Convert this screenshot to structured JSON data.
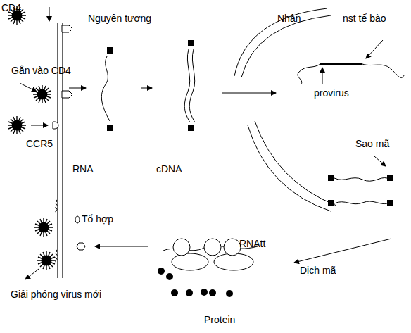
{
  "diagram": {
    "labels": [
      "CD4",
      "Nguyên tương",
      "Nhân",
      "nst tế bào",
      "Gắn vào CD4",
      "provirus",
      "CCR5",
      "Sao mã",
      "RNA",
      "cDNA",
      "Tổ hợp",
      "RNAtt",
      "Dịch mã",
      "Giải phóng virus mới",
      "Protein"
    ]
  }
}
